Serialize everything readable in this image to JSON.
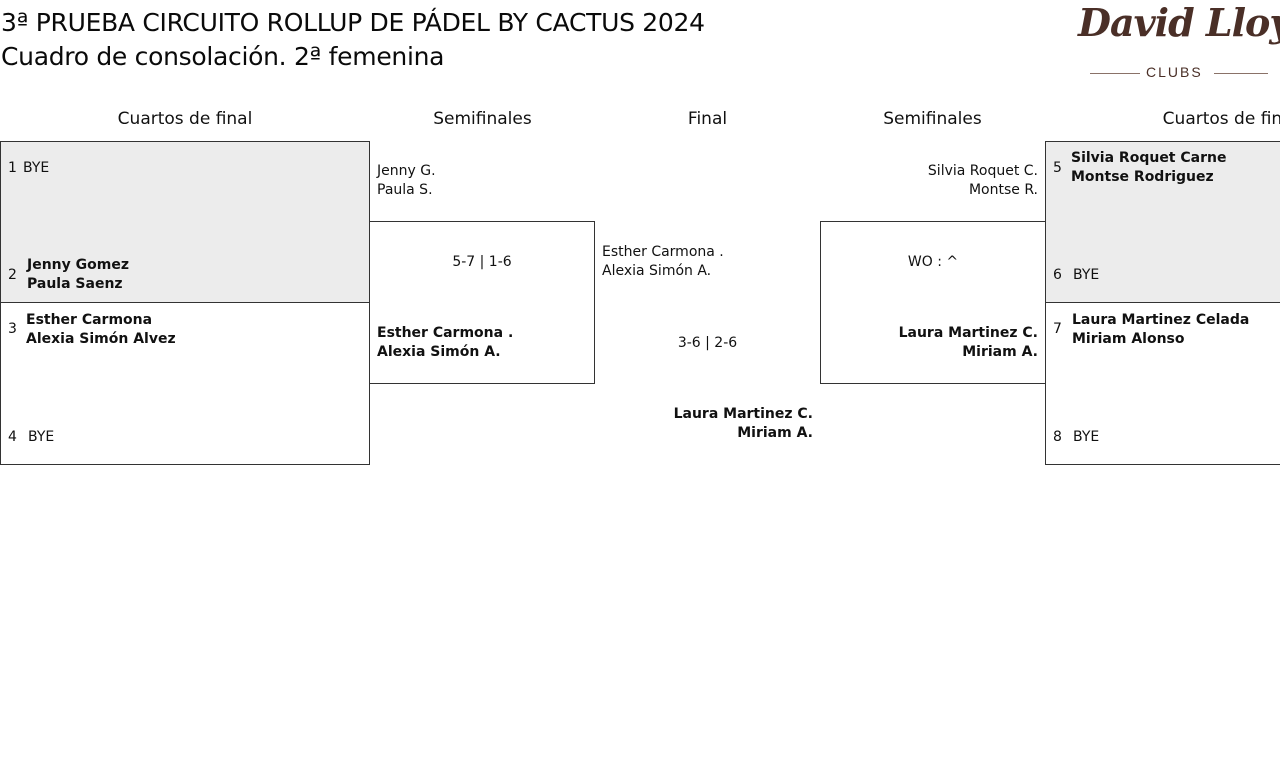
{
  "title": {
    "line1": "3ª PRUEBA CIRCUITO ROLLUP DE PÁDEL BY CACTUS 2024",
    "line2": "Cuadro de consolación. 2ª femenina"
  },
  "logo": {
    "main": "David Lloyd",
    "sub": "CLUBS"
  },
  "headers": {
    "left_quarters": "Cuartos de final",
    "left_semis": "Semifinales",
    "final": "Final",
    "right_semis": "Semifinales",
    "right_quarters": "Cuartos de final"
  },
  "left_quarters": [
    {
      "seed": "1",
      "players": [
        "BYE"
      ]
    },
    {
      "seed": "2",
      "players": [
        "Jenny Gomez",
        "Paula Saenz"
      ]
    },
    {
      "seed": "3",
      "players": [
        "Esther Carmona",
        "Alexia Simón Alvez"
      ]
    },
    {
      "seed": "4",
      "players": [
        "BYE"
      ]
    }
  ],
  "right_quarters": [
    {
      "seed": "5",
      "players": [
        "Silvia Roquet Carne",
        "Montse Rodriguez"
      ]
    },
    {
      "seed": "6",
      "players": [
        "BYE"
      ]
    },
    {
      "seed": "7",
      "players": [
        "Laura Martinez Celada",
        "Miriam Alonso"
      ]
    },
    {
      "seed": "8",
      "players": [
        "BYE"
      ]
    }
  ],
  "left_semis": {
    "top": [
      "Jenny G.",
      "Paula S."
    ],
    "score": "5-7 | 1-6",
    "bottom": [
      "Esther Carmona .",
      "Alexia Simón A."
    ]
  },
  "right_semis": {
    "top": [
      "Silvia Roquet C.",
      "Montse R."
    ],
    "score": "WO : ^",
    "bottom": [
      "Laura Martinez C.",
      "Miriam A."
    ]
  },
  "final": {
    "left_team": [
      "Esther Carmona .",
      "Alexia Simón A."
    ],
    "score": "3-6 | 2-6",
    "winner": [
      "Laura Martinez C.",
      "Miriam A."
    ]
  }
}
